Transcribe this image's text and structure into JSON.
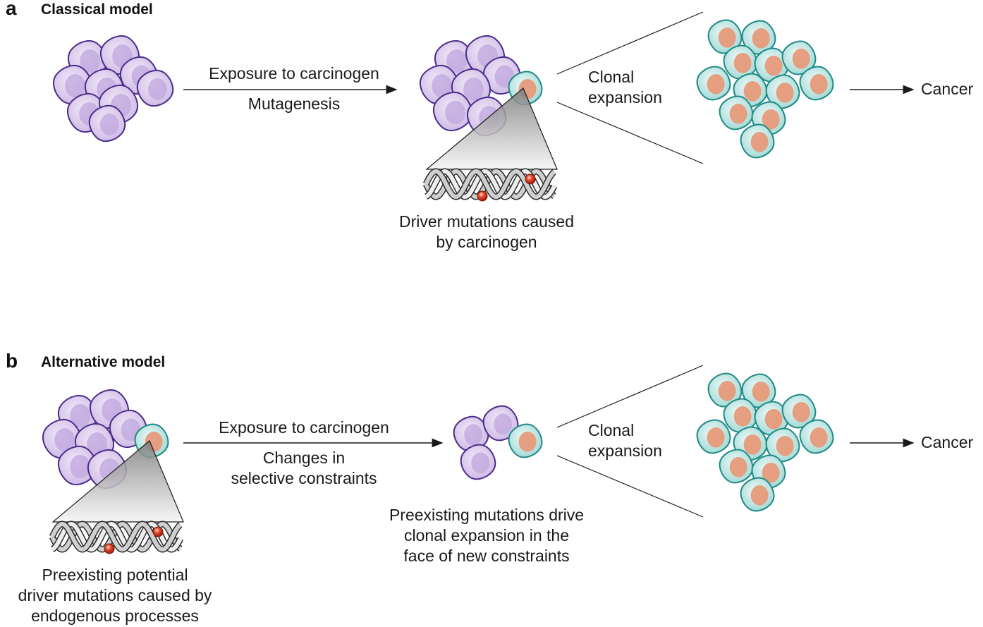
{
  "panel_a": {
    "letter": "a",
    "title": "Classical model",
    "arrow_label_top": "Exposure to carcinogen",
    "arrow_label_bottom": "Mutagenesis",
    "clonal_line1": "Clonal",
    "clonal_line2": "expansion",
    "outcome": "Cancer",
    "dna_caption_line1": "Driver mutations caused",
    "dna_caption_line2": "by carcinogen"
  },
  "panel_b": {
    "letter": "b",
    "title": "Alternative model",
    "arrow_label_top": "Exposure to carcinogen",
    "arrow_label_mid1": "Changes in",
    "arrow_label_mid2": "selective constraints",
    "clonal_line1": "Clonal",
    "clonal_line2": "expansion",
    "outcome": "Cancer",
    "mid_caption_line1": "Preexisting mutations drive",
    "mid_caption_line2": "clonal expansion in the",
    "mid_caption_line3": "face of new constraints",
    "dna_caption_line1": "Preexisting potential",
    "dna_caption_line2": "driver mutations caused by",
    "dna_caption_line3": "endogenous processes"
  },
  "colors": {
    "normal_cell_fill": "#d9c8ea",
    "normal_cell_stroke": "#4b2a8a",
    "normal_nucleus": "#bfa6dd",
    "mutant_cell_fill": "#bfe6e3",
    "mutant_cell_stroke": "#1d8a86",
    "mutant_nucleus": "#e69a7a",
    "mutation_dot": "#d8341f",
    "text": "#1a1a1a"
  }
}
